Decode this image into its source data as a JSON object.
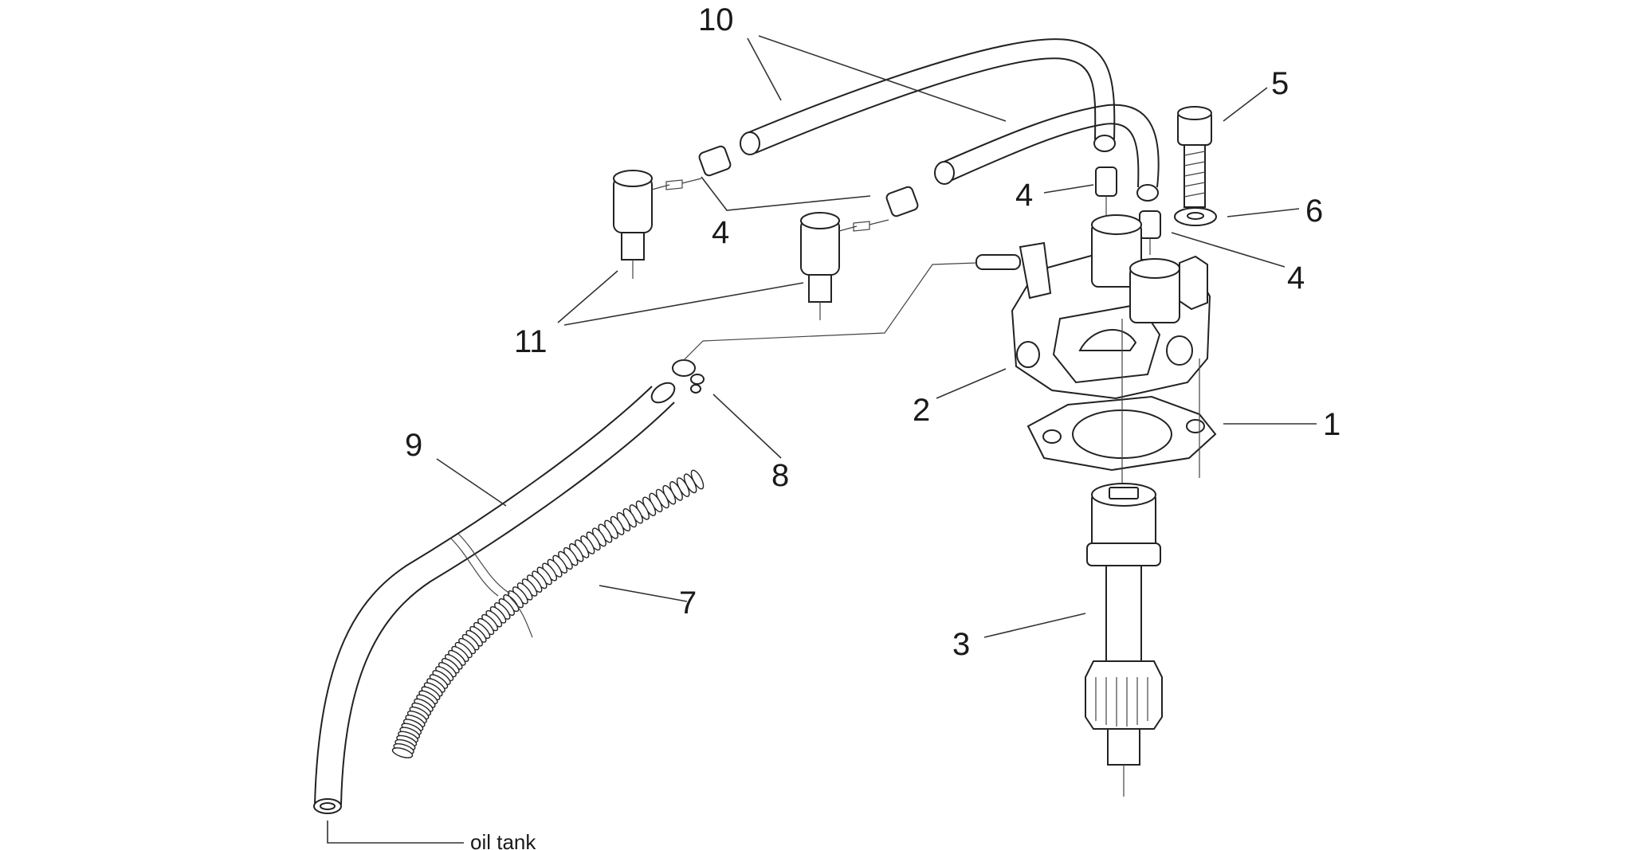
{
  "diagram": {
    "callouts": {
      "c1": "1",
      "c2": "2",
      "c3": "3",
      "c4a": "4",
      "c4b": "4",
      "c4c": "4",
      "c5": "5",
      "c6": "6",
      "c7": "7",
      "c8": "8",
      "c9": "9",
      "c10": "10",
      "c11": "11"
    },
    "note_oil_tank": "oil tank"
  },
  "colors": {
    "line": "#222222",
    "background": "#ffffff"
  }
}
